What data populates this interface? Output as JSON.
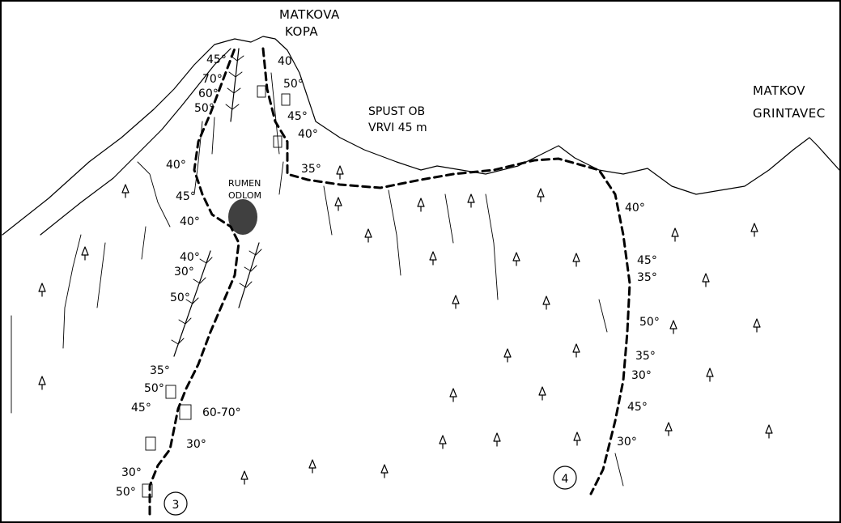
{
  "peaks": {
    "matkova_kopa": [
      "MATKOVA",
      "KOPA"
    ],
    "matkov_grintavec": [
      "MATKOV",
      "GRINTAVEC"
    ]
  },
  "annotations": {
    "spust": [
      "SPUST OB",
      "VRVI 45 m"
    ],
    "rumen_odlom": [
      "RUMEN",
      "ODLOM"
    ]
  },
  "routes": [
    {
      "number": "3"
    },
    {
      "number": "4"
    }
  ],
  "slope_labels": {
    "route3_left": [
      "45°",
      "70°",
      "60°",
      "50°",
      "40°",
      "45°",
      "40°",
      "40°",
      "30°",
      "50°",
      "35°",
      "50°",
      "45°",
      "30°",
      "50°"
    ],
    "route3_right": [
      "40",
      "50°",
      "45°",
      "40°",
      "35°",
      "60-70°",
      "30°"
    ],
    "route4": [
      "40°",
      "45°",
      "35°",
      "50°",
      "35°",
      "30°",
      "45°",
      "30°"
    ]
  },
  "colors": {
    "ink": "#000000",
    "paper": "#ffffff"
  }
}
